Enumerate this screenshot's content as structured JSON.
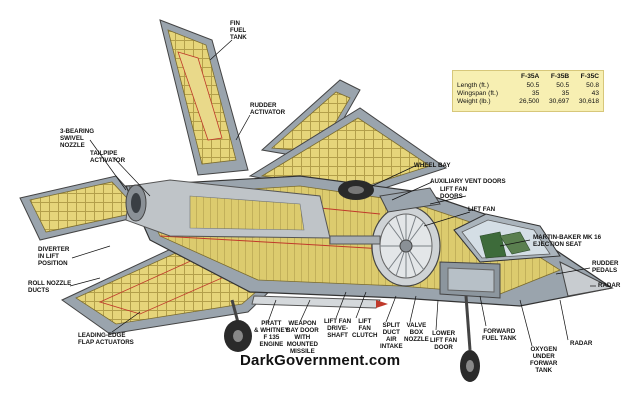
{
  "callouts": {
    "fin_fuel_tank": "FIN\nFUEL\nTANK",
    "rudder_activator": "RUDDER\nACTIVATOR",
    "three_bearing_swivel_nozzle": "3-BEARING\nSWIVEL\nNOZZLE",
    "tailpipe_activator": "TAILPIPE\nACTIVATOR",
    "wheel_bay": "WHEEL BAY",
    "auxiliary_vent_doors": "AUXILIARY VENT DOORS",
    "lift_fan_doors": "LIFT FAN\nDOORS",
    "lift_fan": "LIFT FAN",
    "martin_baker_seat": "MARTIN-BAKER MK 16\nEJECTION SEAT",
    "rudder_pedals": "RUDDER\nPEDALS",
    "radar_upper": "RADAR",
    "radar_lower": "RADAR",
    "diverter_in_lift_position": "DIVERTER\nIN LIFT\nPOSITION",
    "roll_nozzle_ducts": "ROLL NOZZLE\nDUCTS",
    "leading_edge_flap_actuators": "LEADING-EDGE\nFLAP ACTUATORS",
    "pratt_whitney_engine": "PRATT\n& WHITNEY\nF 135\nENGINE",
    "weapon_bay_door": "WEAPON\nBAY DOOR\nWITH\nMOUNTED\nMISSILE",
    "lift_fan_drive_shaft": "LIFT FAN\nDRIVE-\nSHAFT",
    "lift_fan_clutch": "LIFT\nFAN\nCLUTCH",
    "split_duct_air_intake": "SPLIT\nDUCT\nAIR\nINTAKE",
    "valve_box_nozzle": "VALVE\nBOX\nNOZZLE",
    "lower_lift_fan_door": "LOWER\nLIFT FAN\nDOOR",
    "forward_fuel_tank": "FORWARD\nFUEL TANK",
    "oxygen_under_forward_tank": "OXYGEN\nUNDER\nFORWAR\nTANK"
  },
  "spec_table": {
    "headers": [
      "",
      "F-35A",
      "F-35B",
      "F-35C"
    ],
    "rows": [
      {
        "label": "Length (ft.)",
        "values": [
          "50.5",
          "50.5",
          "50.8"
        ]
      },
      {
        "label": "Wingspan (ft.)",
        "values": [
          "35",
          "35",
          "43"
        ]
      },
      {
        "label": "Weight (lb.)",
        "values": [
          "26,500",
          "30,697",
          "30,618"
        ]
      }
    ]
  },
  "watermark": "DarkGovernment.com",
  "colors": {
    "structure_fill": "#e6d57a",
    "structure_dark": "#9c8a3a",
    "skin": "#9aa4ad",
    "skin_dark": "#5e6870",
    "highlight_red": "#c0392b",
    "table_bg": "#f7efb2",
    "tire": "#2a2a2a",
    "engine_metal": "#bfc4c8"
  }
}
